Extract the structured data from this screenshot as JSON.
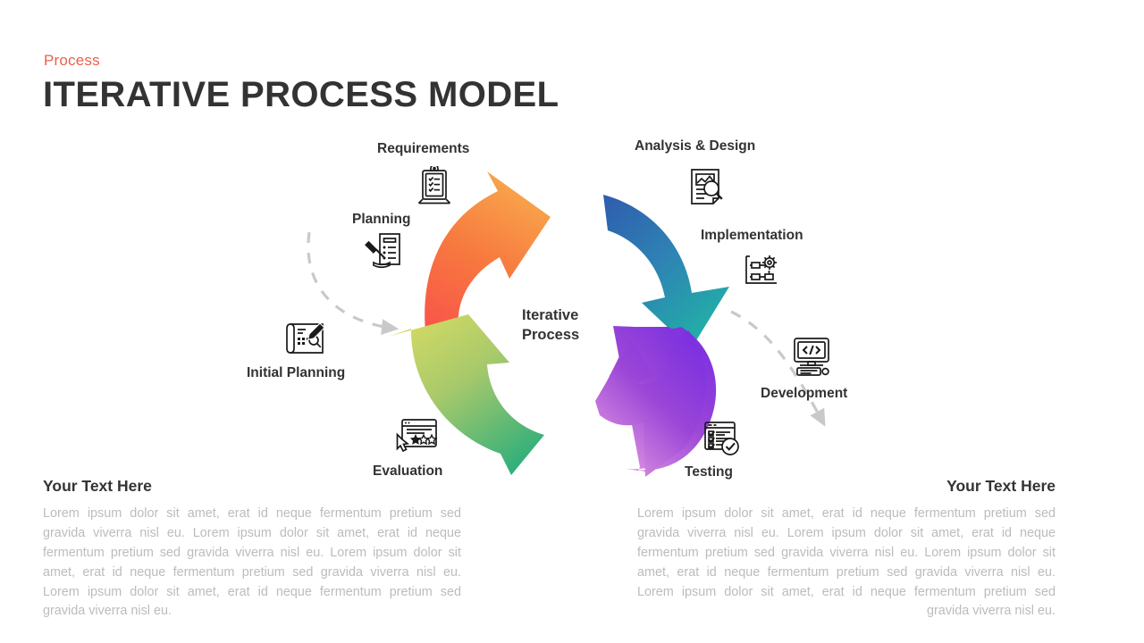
{
  "header": {
    "eyebrow": "Process",
    "title": "ITERATIVE PROCESS MODEL"
  },
  "diagram": {
    "center_line_1": "Iterative",
    "center_line_2": "Process",
    "stages": [
      {
        "id": "requirements",
        "label": "Requirements",
        "icon": "clipboard-checklist-icon"
      },
      {
        "id": "planning",
        "label": "Planning",
        "icon": "document-pen-icon"
      },
      {
        "id": "initial",
        "label": "Initial Planning",
        "icon": "blueprint-pencil-icon"
      },
      {
        "id": "evaluation",
        "label": "Evaluation",
        "icon": "rating-stars-cursor-icon"
      },
      {
        "id": "analysis",
        "label": "Analysis & Design",
        "icon": "document-magnifier-icon"
      },
      {
        "id": "implementation",
        "label": "Implementation",
        "icon": "flowchart-gear-icon"
      },
      {
        "id": "development",
        "label": "Development",
        "icon": "monitor-code-icon"
      },
      {
        "id": "testing",
        "label": "Testing",
        "icon": "checklist-check-icon"
      }
    ],
    "arrows": [
      {
        "id": "orange-arrow",
        "from_color": "#F8A14A",
        "to_color": "#F9524A"
      },
      {
        "id": "green-arrow",
        "from_color": "#D7DC62",
        "to_color": "#2CAE7B"
      },
      {
        "id": "blue-arrow",
        "from_color": "#2F5CAD",
        "to_color": "#21B2A6"
      },
      {
        "id": "purple-arrow",
        "from_color": "#7A2FE0",
        "to_color": "#E79DE0"
      }
    ],
    "connector_color": "#C9C9C9"
  },
  "blocks": {
    "left": {
      "heading": "Your Text Here",
      "body": "Lorem ipsum dolor sit amet, erat id neque fermentum  pretium sed gravida viverra  nisl eu.  Lorem ipsum dolor sit amet, erat id neque fermentum  pretium sed gravida viverra  nisl eu.  Lorem ipsum dolor sit amet, erat id neque fermentum  pretium sed gravida viverra  nisl eu.  Lorem ipsum dolor sit amet, erat id neque fermentum  pretium sed gravida viverra  nisl eu."
    },
    "right": {
      "heading": "Your Text Here",
      "body": "Lorem ipsum dolor sit amet, erat id neque fermentum  pretium sed gravida viverra  nisl eu.  Lorem ipsum dolor sit amet, erat id neque fermentum  pretium sed gravida viverra  nisl eu.  Lorem ipsum dolor sit amet, erat id neque fermentum  pretium sed gravida viverra  nisl eu.  Lorem ipsum dolor sit amet, erat id neque fermentum  pretium sed gravida viverra  nisl eu."
    }
  }
}
